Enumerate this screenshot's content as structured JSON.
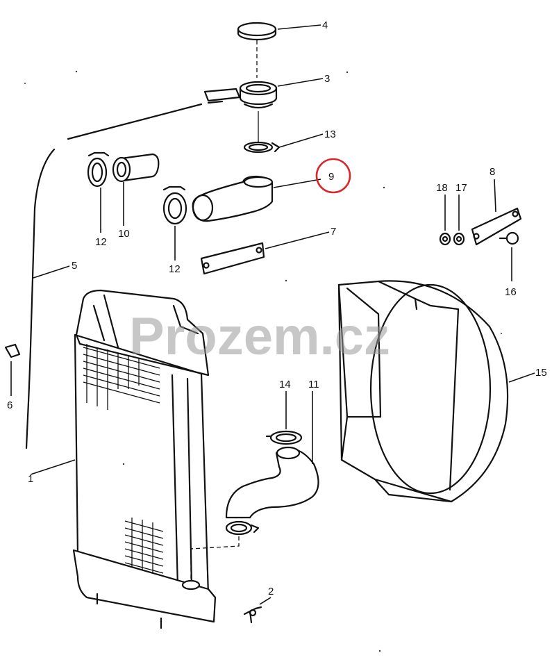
{
  "watermark": "Prozem.cz",
  "highlight_color": "#d9262b",
  "callouts": {
    "c1": "1",
    "c2": "2",
    "c3": "3",
    "c4": "4",
    "c5": "5",
    "c6": "6",
    "c7": "7",
    "c8": "8",
    "c9": "9",
    "c10": "10",
    "c11": "11",
    "c12a": "12",
    "c12b": "12",
    "c13": "13",
    "c14": "14",
    "c15": "15",
    "c16": "16",
    "c17": "17",
    "c18": "18"
  },
  "highlighted_callout": "9"
}
